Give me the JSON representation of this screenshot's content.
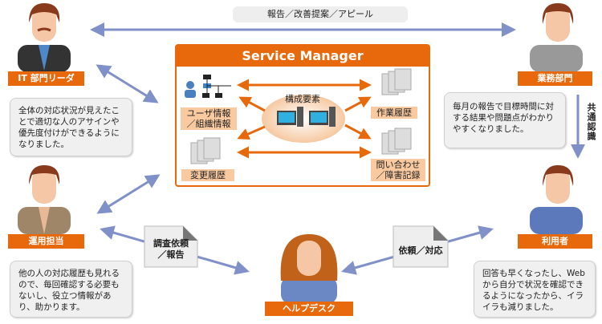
{
  "top_flow_label": "報告／改善提案／アピール",
  "service_manager": {
    "title": "Service Manager",
    "center_label": "構成要素",
    "items": {
      "user_org": "ユーザ情報\n／組織情報",
      "work_history": "作業履歴",
      "change_history": "変更履歴",
      "inquiry": "問い合わせ\n／障害記録"
    }
  },
  "roles": {
    "it_leader": "IT 部門リーダ",
    "business": "業務部門",
    "operations": "運用担当",
    "helpdesk": "ヘルプデスク",
    "user": "利用者"
  },
  "bubbles": {
    "it_leader": "全体の対応状況が見えたことで適切な人のアサインや優先度付けができるようになりました。",
    "business": "毎月の報告で目標時間に対する結果や問題点がわかりやすくなりました。",
    "operations": "他の人の対応履歴も見れるので、毎回確認する必要もないし、役立つ情報があり、助かります。",
    "user": "回答も早くなったし、Webから自分で状況を確認できるようになったから、イライラも減りました。"
  },
  "flows": {
    "shared_understanding": "共通認識",
    "investigation": "調査依頼\n／報告",
    "request": "依頼／対応"
  },
  "colors": {
    "accent": "#e8690b",
    "arrow": "#8090c8",
    "tag": "#f9c9a0"
  }
}
